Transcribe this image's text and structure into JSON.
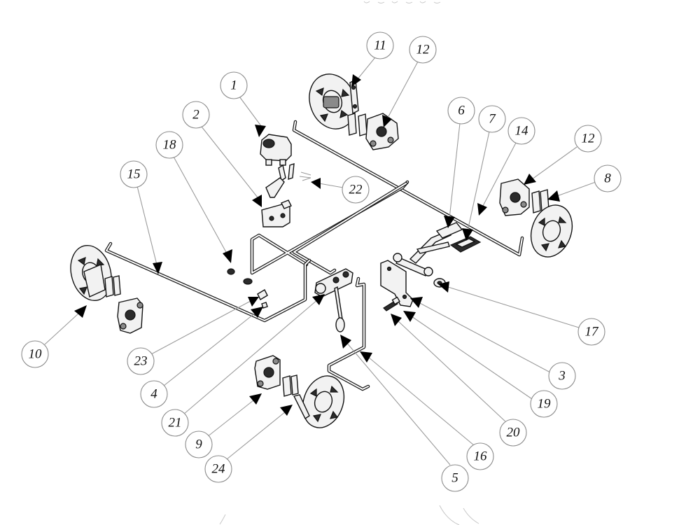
{
  "diagram": {
    "callouts": [
      {
        "id": "c1",
        "label": "1"
      },
      {
        "id": "c2",
        "label": "2"
      },
      {
        "id": "c3",
        "label": "3"
      },
      {
        "id": "c4",
        "label": "4"
      },
      {
        "id": "c5",
        "label": "5"
      },
      {
        "id": "c6",
        "label": "6"
      },
      {
        "id": "c7",
        "label": "7"
      },
      {
        "id": "c8",
        "label": "8"
      },
      {
        "id": "c9",
        "label": "9"
      },
      {
        "id": "c10",
        "label": "10"
      },
      {
        "id": "c11",
        "label": "11"
      },
      {
        "id": "c12a",
        "label": "12"
      },
      {
        "id": "c12b",
        "label": "12"
      },
      {
        "id": "c14",
        "label": "14"
      },
      {
        "id": "c15",
        "label": "15"
      },
      {
        "id": "c16",
        "label": "16"
      },
      {
        "id": "c17",
        "label": "17"
      },
      {
        "id": "c18",
        "label": "18"
      },
      {
        "id": "c19",
        "label": "19"
      },
      {
        "id": "c20",
        "label": "20"
      },
      {
        "id": "c21",
        "label": "21"
      },
      {
        "id": "c22",
        "label": "22"
      },
      {
        "id": "c23",
        "label": "23"
      },
      {
        "id": "c24",
        "label": "24"
      }
    ]
  }
}
